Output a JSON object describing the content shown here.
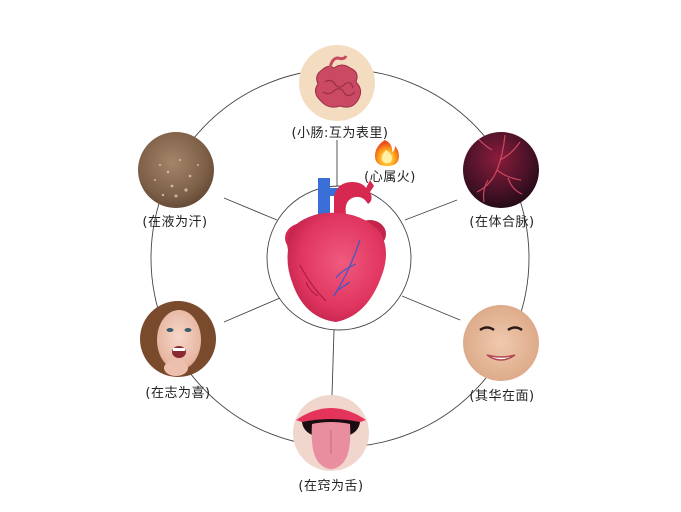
{
  "center": {
    "label": "(心属火)",
    "icon": "fire-icon",
    "organ": "heart"
  },
  "nodes": [
    {
      "id": "small-intestine",
      "label": "(小肠:互为表里)",
      "image": "small-intestine"
    },
    {
      "id": "vessels",
      "label": "(在体合脉)",
      "image": "blood-vessels"
    },
    {
      "id": "face",
      "label": "(其华在面)",
      "image": "smiling-face"
    },
    {
      "id": "tongue",
      "label": "(在窍为舌)",
      "image": "tongue"
    },
    {
      "id": "joy",
      "label": "(在志为喜)",
      "image": "joyful-face"
    },
    {
      "id": "sweat",
      "label": "(在液为汗)",
      "image": "sweaty-skin"
    }
  ],
  "colors": {
    "line": "#444444",
    "heart": "#e0355f",
    "heart_dark": "#b81e45",
    "vein": "#3a6fd8",
    "intestine_bg": "#f3dcc0",
    "intestine": "#c94a62"
  }
}
